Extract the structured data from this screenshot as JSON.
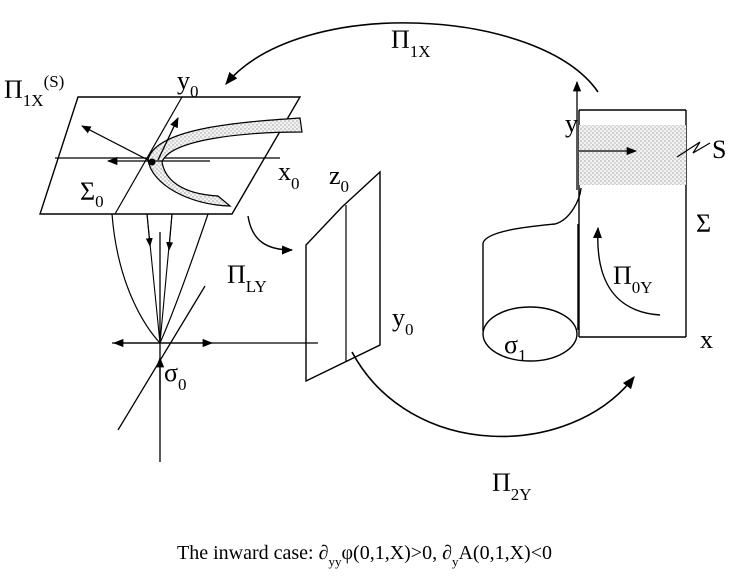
{
  "labels": {
    "pi": "Π",
    "sigma_big": "Σ",
    "sigma_small": "σ",
    "sub_1X": "1X",
    "sup_S": "(S)",
    "sub_LY": "LY",
    "sub_2Y": "2Y",
    "sub_0Y": "0Y",
    "sub_0": "0",
    "sub_1": "1",
    "x0_base": "x",
    "y0_base": "y",
    "z0_base": "z",
    "y_axis": "y",
    "x_axis": "x",
    "S": "S"
  },
  "caption": {
    "lead": "The inward case: ",
    "d1": "∂",
    "s1": "yy",
    "t1": "φ(0,1,X)>0, ",
    "d2": "∂",
    "s2": "y",
    "t2": "A(0,1,X)<0"
  }
}
